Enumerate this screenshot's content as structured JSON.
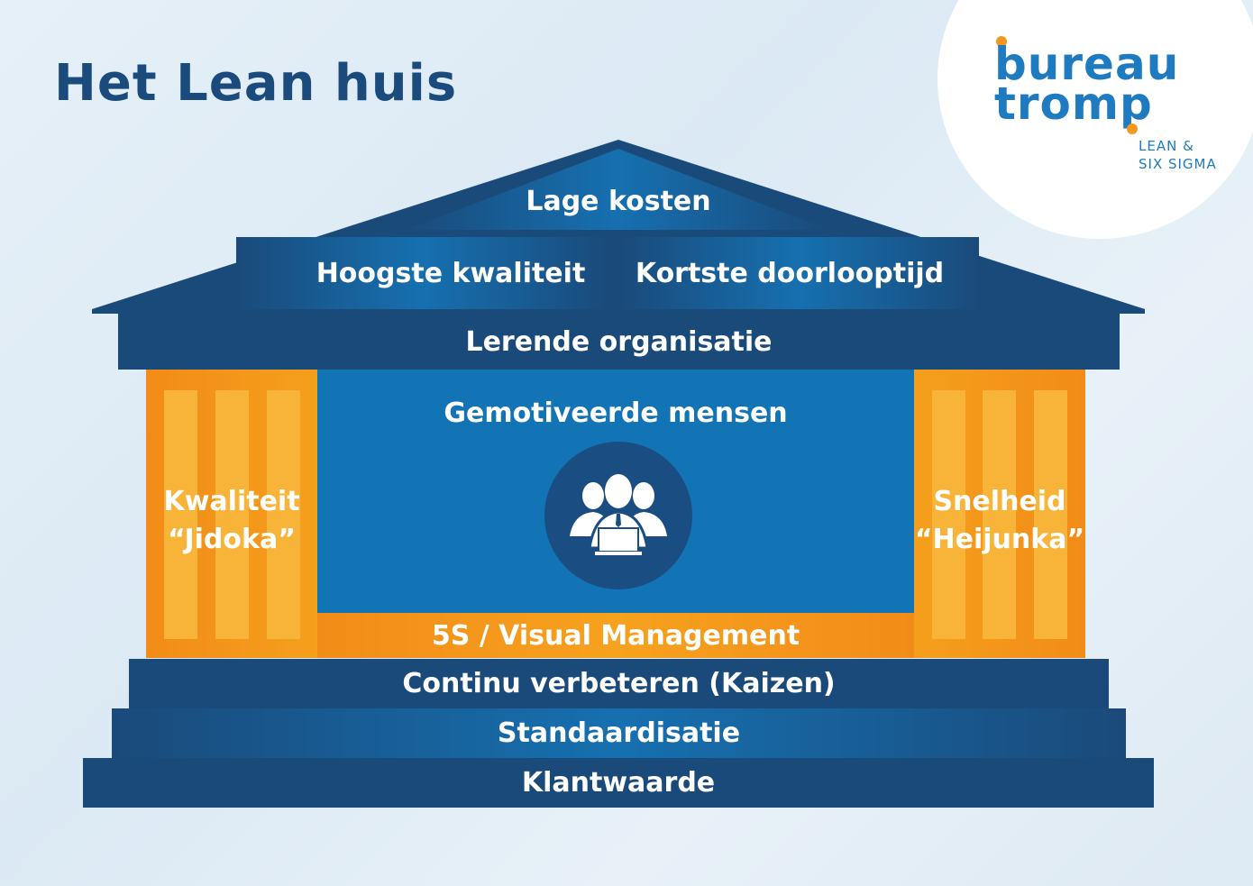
{
  "title": "Het Lean huis",
  "logo": {
    "line1": "bureau",
    "line2": "tromp",
    "tagline1": "LEAN &",
    "tagline2": "SIX SIGMA",
    "brand_color": "#1e7bc0",
    "accent_color": "#f4981d"
  },
  "roof": {
    "top": "Lage kosten",
    "left": "Hoogste kwaliteit",
    "right": "Kortste doorlooptijd"
  },
  "beam": "Lerende organisatie",
  "center": {
    "title": "Gemotiveerde mensen",
    "icon": "team-icon"
  },
  "pillars": {
    "left": {
      "line1": "Kwaliteit",
      "line2": "“Jidoka”"
    },
    "right": {
      "line1": "Snelheid",
      "line2": "“Heijunka”"
    }
  },
  "floor": "5S / Visual Management",
  "steps": [
    "Continu verbeteren (Kaizen)",
    "Standaardisatie",
    "Klantwaarde"
  ],
  "colors": {
    "navy": "#1a4a7a",
    "blue": "#1273b5",
    "orange": "#f28c18",
    "light_orange": "#f8b439"
  }
}
